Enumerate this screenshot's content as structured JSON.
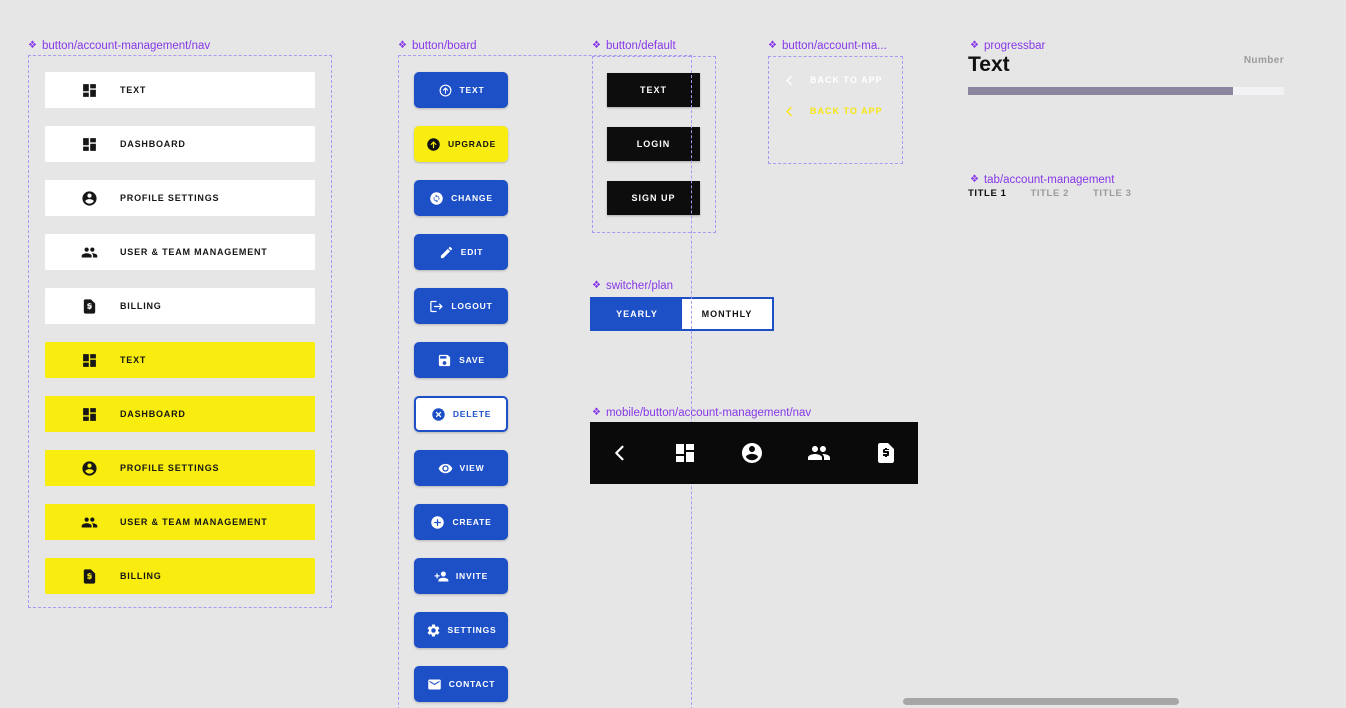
{
  "canvas": {
    "background": "#E6E6E6",
    "accent_purple": "#8638E8",
    "frame_dash_color": "#A89BF1",
    "brand_blue": "#1D50C7",
    "brand_yellow": "#F8ED0F",
    "black": "#0D0D0D"
  },
  "groups": {
    "nav": {
      "label": "button/account-management/nav",
      "buttons": [
        {
          "label": "TEXT",
          "icon": "dashboard",
          "variant": "white"
        },
        {
          "label": "DASHBOARD",
          "icon": "dashboard",
          "variant": "white"
        },
        {
          "label": "PROFILE SETTINGS",
          "icon": "account",
          "variant": "white"
        },
        {
          "label": "USER & TEAM MANAGEMENT",
          "icon": "people",
          "variant": "white"
        },
        {
          "label": "BILLING",
          "icon": "billing",
          "variant": "white"
        },
        {
          "label": "TEXT",
          "icon": "dashboard",
          "variant": "yellow"
        },
        {
          "label": "DASHBOARD",
          "icon": "dashboard",
          "variant": "yellow"
        },
        {
          "label": "PROFILE SETTINGS",
          "icon": "account",
          "variant": "yellow"
        },
        {
          "label": "USER & TEAM MANAGEMENT",
          "icon": "people",
          "variant": "yellow"
        },
        {
          "label": "BILLING",
          "icon": "billing",
          "variant": "yellow"
        }
      ]
    },
    "board": {
      "label": "button/board",
      "buttons": [
        {
          "label": "TEXT",
          "icon": "arrow-up-circle-outline",
          "variant": "blue"
        },
        {
          "label": "UPGRADE",
          "icon": "arrow-up-circle",
          "variant": "yellow"
        },
        {
          "label": "CHANGE",
          "icon": "sync-circle",
          "variant": "blue"
        },
        {
          "label": "EDIT",
          "icon": "pencil",
          "variant": "blue"
        },
        {
          "label": "LOGOUT",
          "icon": "logout",
          "variant": "blue"
        },
        {
          "label": "SAVE",
          "icon": "save",
          "variant": "blue"
        },
        {
          "label": "DELETE",
          "icon": "x-circle",
          "variant": "outline"
        },
        {
          "label": "VIEW",
          "icon": "eye",
          "variant": "blue"
        },
        {
          "label": "CREATE",
          "icon": "plus-circle",
          "variant": "blue"
        },
        {
          "label": "INVITE",
          "icon": "person-add",
          "variant": "blue"
        },
        {
          "label": "SETTINGS",
          "icon": "gear",
          "variant": "blue"
        },
        {
          "label": "CONTACT",
          "icon": "mail",
          "variant": "blue"
        }
      ]
    },
    "default": {
      "label": "button/default",
      "buttons": [
        {
          "label": "TEXT"
        },
        {
          "label": "LOGIN"
        },
        {
          "label": "SIGN UP"
        }
      ]
    },
    "back": {
      "label": "button/account-ma...",
      "buttons": [
        {
          "label": "BACK TO APP",
          "icon": "chevron-left",
          "variant": "white"
        },
        {
          "label": "BACK TO APP",
          "icon": "chevron-left",
          "variant": "yellow"
        }
      ]
    },
    "progressbar": {
      "label": "progressbar",
      "title": "Text",
      "value_label": "Number",
      "percent": 84,
      "fill_color": "#8B85A0",
      "track_color": "#F2F1F4"
    },
    "tabs": {
      "label": "tab/account-management",
      "items": [
        {
          "label": "TITLE 1",
          "active": true
        },
        {
          "label": "TITLE 2",
          "active": false
        },
        {
          "label": "TITLE 3",
          "active": false
        }
      ]
    },
    "switcher": {
      "label": "switcher/plan",
      "options": [
        {
          "label": "YEARLY",
          "selected": true
        },
        {
          "label": "MONTHLY",
          "selected": false
        }
      ]
    },
    "mobile_nav": {
      "label": "mobile/button/account-management/nav",
      "icons": [
        "chevron-left",
        "dashboard",
        "account",
        "people",
        "billing"
      ]
    }
  },
  "component_icon_glyph": "❖"
}
